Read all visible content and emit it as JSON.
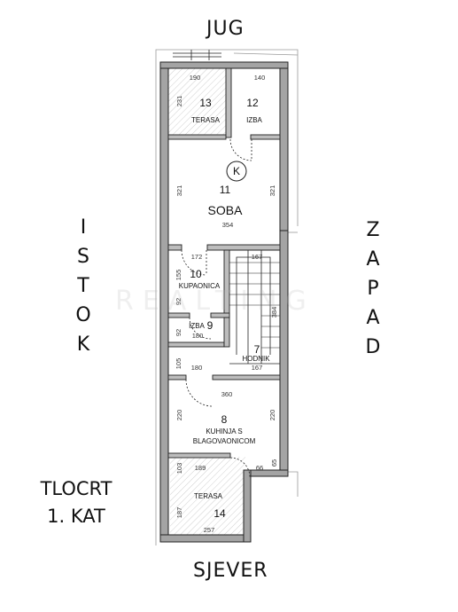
{
  "compass": {
    "south": "JUG",
    "north": "SJEVER",
    "east_letters": [
      "I",
      "S",
      "T",
      "O",
      "K"
    ],
    "west_letters": [
      "Z",
      "A",
      "P",
      "A",
      "D"
    ]
  },
  "caption": {
    "line1": "TLOCRT",
    "line2": "1. KAT"
  },
  "watermark": "REALTING",
  "rooms": {
    "terasa_top": {
      "number": "13",
      "label": "TERASA"
    },
    "izba_12": {
      "number": "12",
      "label": "IZBA"
    },
    "soba": {
      "number": "11",
      "label": "SOBA",
      "marker": "K"
    },
    "kupaonica": {
      "number": "10",
      "label": "KUPAONICA"
    },
    "izba_9": {
      "number": "9",
      "label": "IZBA"
    },
    "hodnik": {
      "number": "7",
      "label": "HODNIK"
    },
    "kuhinja": {
      "number": "8",
      "label_line1": "KUHINJA S",
      "label_line2": "BLAGOVAONICOM"
    },
    "terasa_bottom": {
      "number": "14",
      "label": "TERASA"
    }
  },
  "dimensions": {
    "d190": "190",
    "d140": "140",
    "d231": "231",
    "d321_left": "321",
    "d321_right": "321",
    "d354": "354",
    "d172": "172",
    "d167_top": "167",
    "d155": "155",
    "d92_a": "92",
    "d92_b": "92",
    "d180_a": "180",
    "d180_b": "180",
    "d105": "105",
    "d167_hodnik": "167",
    "d384": "384",
    "d360": "360",
    "d220_left": "220",
    "d220_right": "220",
    "d189": "189",
    "d66": "66",
    "d65": "65",
    "d103": "103",
    "d187": "187",
    "d257": "257"
  },
  "colors": {
    "wall": "#a4a4a4",
    "line": "#222222"
  }
}
